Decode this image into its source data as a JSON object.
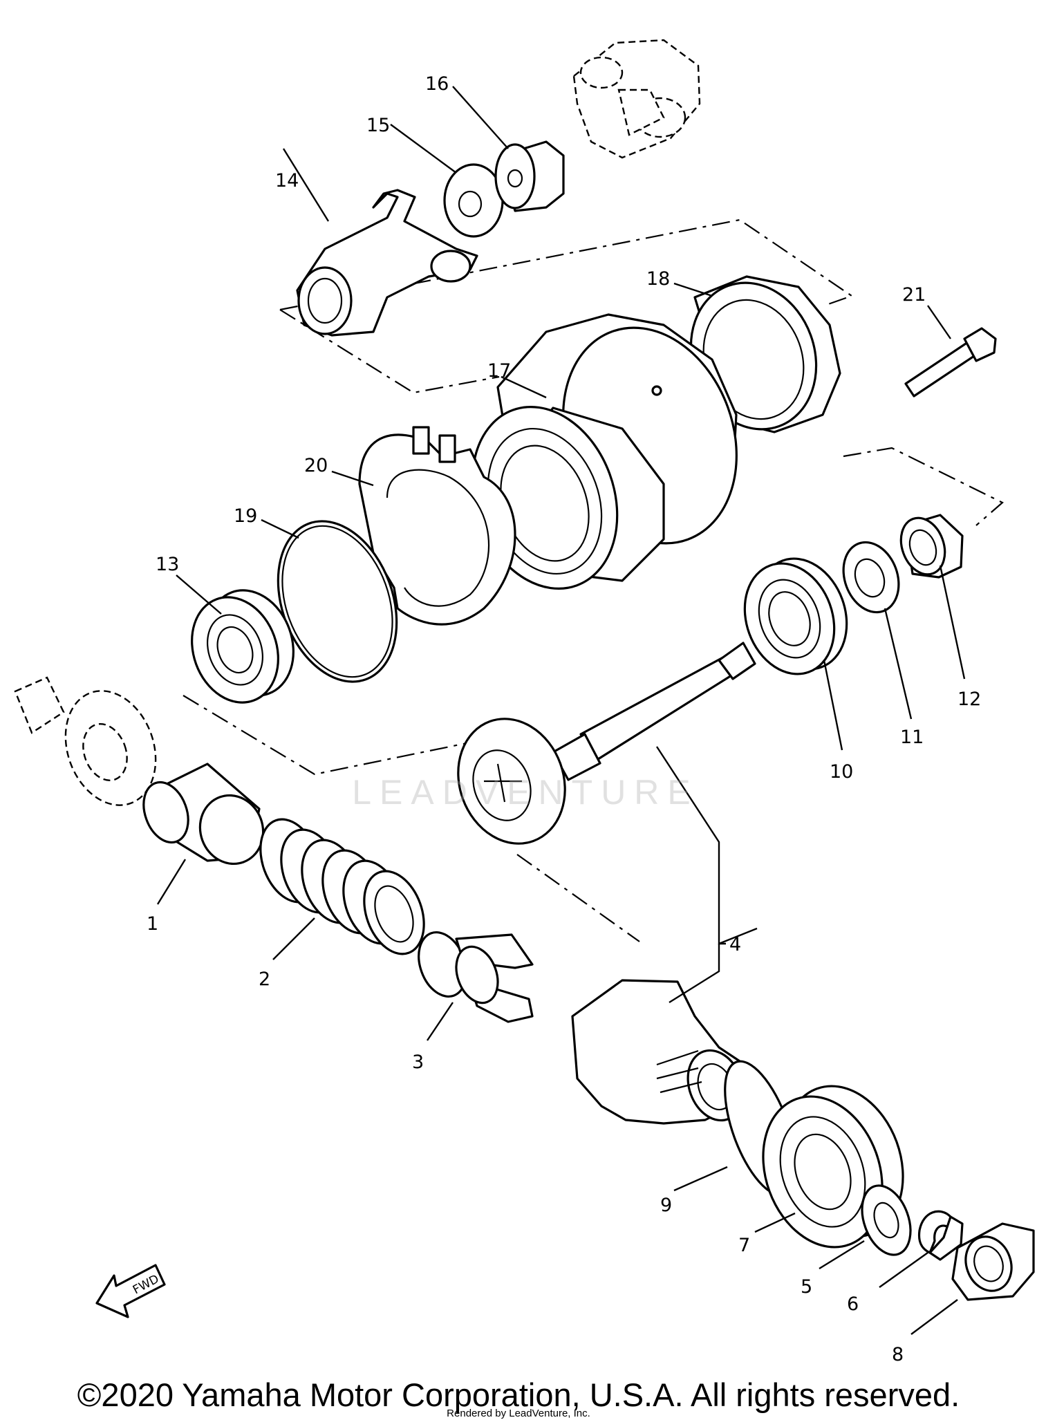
{
  "callouts": {
    "c1": "1",
    "c2": "2",
    "c3": "3",
    "c4": "4",
    "c5": "5",
    "c6": "6",
    "c7": "7",
    "c8": "8",
    "c9": "9",
    "c10": "10",
    "c11": "11",
    "c12": "12",
    "c13": "13",
    "c14": "14",
    "c15": "15",
    "c16": "16",
    "c17": "17",
    "c18": "18",
    "c19": "19",
    "c20": "20",
    "c21": "21"
  },
  "fwd_arrow_label": "FWD",
  "watermark": "LEADVENTURE",
  "copyright": "©2020 Yamaha Motor Corporation, U.S.A. All rights reserved.",
  "rendered_by": "Rendered by LeadVenture, Inc."
}
